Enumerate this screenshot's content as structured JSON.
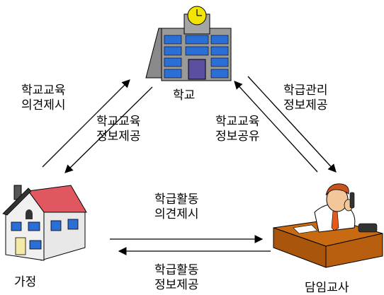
{
  "nodes": {
    "school": "학교",
    "home": "가정",
    "teacher": "담임교사"
  },
  "edges": {
    "home_to_school": [
      "학교교육",
      "의견제시"
    ],
    "school_to_home": [
      "학교교육",
      "정보제공"
    ],
    "teacher_to_school": [
      "학급관리",
      "정보제공"
    ],
    "school_to_teacher": [
      "학교교육",
      "정보공유"
    ],
    "home_to_teacher": [
      "학급활동",
      "의견제시"
    ],
    "teacher_to_home": [
      "학급활동",
      "정보제공"
    ]
  },
  "colors": {
    "school_wall": "#8a8a8a",
    "window": "#2b6fd6",
    "house_roof": "#e0575f",
    "teacher_desk": "#c86a12"
  }
}
